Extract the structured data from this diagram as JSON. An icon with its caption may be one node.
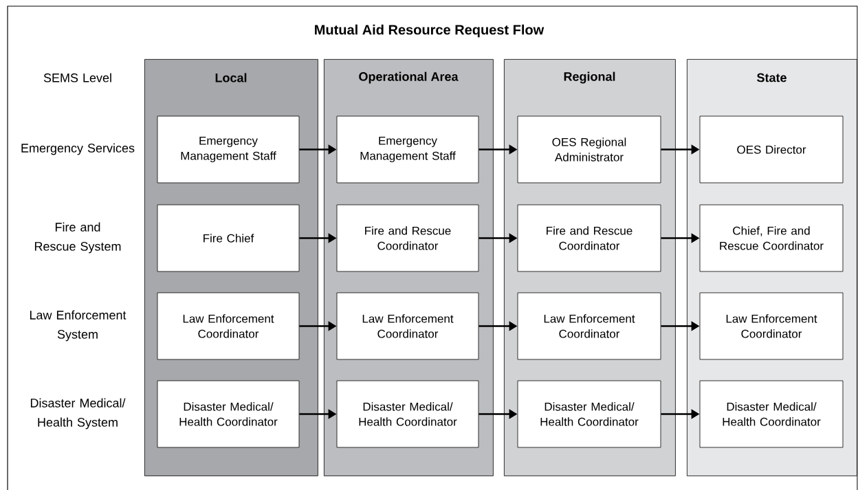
{
  "diagram": {
    "title": "Mutual Aid Resource Request Flow",
    "nodes": [
      {
        "text": [
          "Local"
        ]
      },
      {
        "text": [
          "Operational Area"
        ]
      },
      {
        "text": [
          "Regional"
        ]
      },
      {
        "text": [
          "State"
        ]
      },
      {
        "text": [
          "Emergency Management Staff"
        ],
        "in": 0
      },
      {
        "text": [
          "Emergency Management Staff"
        ],
        "in": 1
      },
      {
        "text": [
          "OES Regional Administrator"
        ],
        "in": 2
      },
      {
        "text": [
          "OES Director"
        ],
        "in": 3
      },
      {
        "text": [
          "Fire Chief"
        ],
        "in": 0
      },
      {
        "text": [
          "Fire and Rescue Coordinator"
        ],
        "in": 1
      },
      {
        "text": [
          "Fire and Rescue Coordinator"
        ],
        "in": 2
      },
      {
        "text": [
          "Chief, Fire and Rescue Coordinator"
        ],
        "in": 3
      },
      {
        "text": [
          "Law Enforcement Coordinator"
        ],
        "in": 0
      },
      {
        "text": [
          "Law Enforcement Coordinator"
        ],
        "in": 1
      },
      {
        "text": [
          "Law Enforcement Coordinator"
        ],
        "in": 2
      },
      {
        "text": [
          "Law Enforcement Coordinator"
        ],
        "in": 3
      },
      {
        "text": [
          "Disaster Medical/ Health Coordinator"
        ],
        "in": 0
      },
      {
        "text": [
          "Disaster Medical/ Health Coordinator"
        ],
        "in": 1
      },
      {
        "text": [
          "Disaster Medical/ Health Coordinator"
        ],
        "in": 2
      },
      {
        "text": [
          "Disaster Medical/ Health Coordinator"
        ],
        "in": 3
      }
    ],
    "edges": [
      {
        "from": 4,
        "to": 5,
        "arrow": "to"
      },
      {
        "from": 5,
        "to": 6,
        "arrow": "to"
      },
      {
        "from": 6,
        "to": 7,
        "arrow": "to"
      },
      {
        "from": 8,
        "to": 9,
        "arrow": "to"
      },
      {
        "from": 9,
        "to": 10,
        "arrow": "to"
      },
      {
        "from": 10,
        "to": 11,
        "arrow": "to"
      },
      {
        "from": 12,
        "to": 13,
        "arrow": "to"
      },
      {
        "from": 13,
        "to": 14,
        "arrow": "to"
      },
      {
        "from": 14,
        "to": 15,
        "arrow": "to"
      },
      {
        "from": 16,
        "to": 17,
        "arrow": "to"
      },
      {
        "from": 17,
        "to": 18,
        "arrow": "to"
      },
      {
        "from": 18,
        "to": 19,
        "arrow": "to"
      }
    ],
    "labels": [
      "SEMS Level",
      "Emergency Services",
      "Fire and Rescue System",
      "Law Enforcement System",
      "Disaster Medical/ Health System"
    ]
  }
}
